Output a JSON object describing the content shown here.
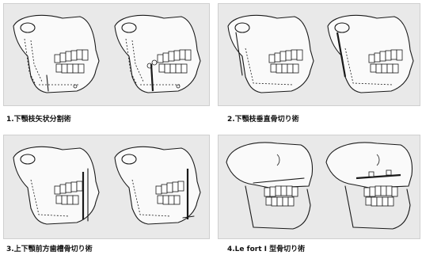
{
  "panels": [
    {
      "caption": "1.下顎枝矢状分割術"
    },
    {
      "caption": "2.下顎枝垂直骨切り術"
    },
    {
      "caption": "3.上下顎前方歯槽骨切り術"
    },
    {
      "caption": "4.Le fort Ⅰ 型骨切り術"
    }
  ]
}
